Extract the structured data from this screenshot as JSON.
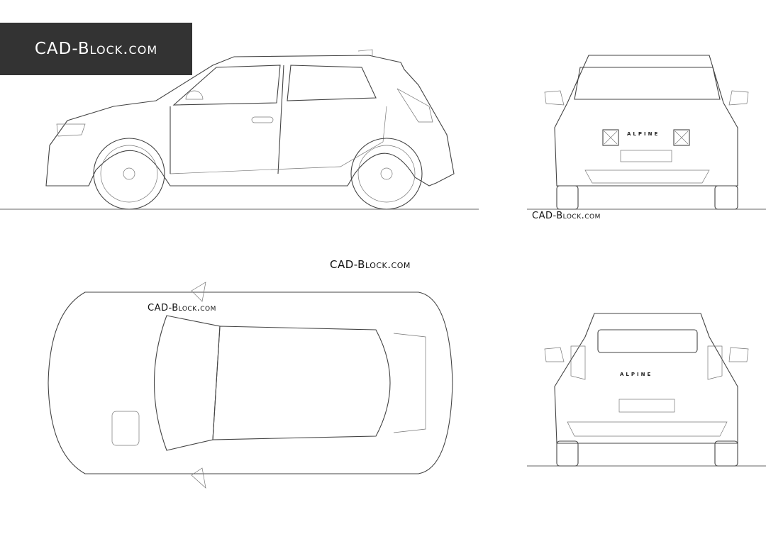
{
  "logo": {
    "text": "CAD-Block.com",
    "background": "#333333",
    "color": "#ffffff"
  },
  "watermarks": {
    "front_view": "CAD-Block.com",
    "center": "CAD-Block.com",
    "top_view": "CAD-Block.com"
  },
  "badges": {
    "front": "ALPINE",
    "rear": "ALPINE"
  },
  "views": [
    "side-view",
    "front-view",
    "top-view",
    "rear-view"
  ]
}
